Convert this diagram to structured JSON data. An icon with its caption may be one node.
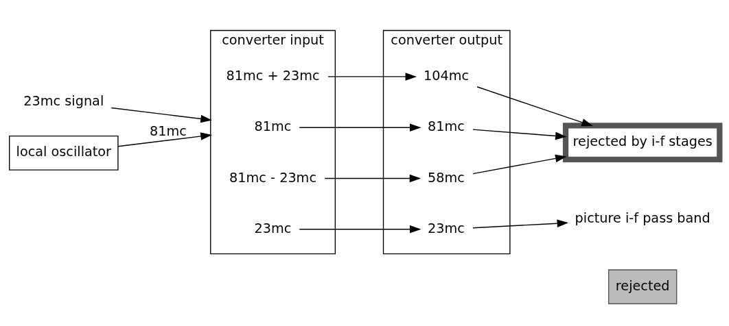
{
  "diagram": {
    "nodes": [
      {
        "text": [
          "converter input"
        ]
      },
      {
        "text": [
          "81mc + 23mc"
        ],
        "in": 0
      },
      {
        "text": [
          "81mc"
        ],
        "in": 0
      },
      {
        "text": [
          "81mc - 23mc"
        ],
        "in": 0
      },
      {
        "text": [
          "23mc"
        ],
        "in": 0
      },
      {
        "text": [
          "converter output"
        ]
      },
      {
        "text": [
          "104mc"
        ],
        "in": 5
      },
      {
        "text": [
          "81mc"
        ],
        "in": 5
      },
      {
        "text": [
          "58mc"
        ],
        "in": 5
      },
      {
        "text": [
          "23mc"
        ],
        "in": 5
      },
      {
        "text": [
          "23mc signal"
        ]
      },
      {
        "text": [
          "local oscillator"
        ]
      },
      {
        "text": [
          "rejected by i-f stages"
        ]
      },
      {
        "text": [
          "picture i-f pass band"
        ]
      },
      {
        "text": [
          "rejected"
        ]
      }
    ],
    "edges": [
      {
        "from": 10,
        "to": 0,
        "arrow": "to"
      },
      {
        "from": 11,
        "to": 0,
        "arrow": "to",
        "label": "81mc"
      },
      {
        "from": 1,
        "to": 6,
        "arrow": "to"
      },
      {
        "from": 2,
        "to": 7,
        "arrow": "to"
      },
      {
        "from": 3,
        "to": 8,
        "arrow": "to"
      },
      {
        "from": 4,
        "to": 9,
        "arrow": "to"
      },
      {
        "from": 6,
        "to": 12,
        "arrow": "to"
      },
      {
        "from": 7,
        "to": 12,
        "arrow": "to"
      },
      {
        "from": 8,
        "to": 12,
        "arrow": "to"
      },
      {
        "from": 9,
        "to": 13,
        "arrow": "to"
      }
    ]
  }
}
